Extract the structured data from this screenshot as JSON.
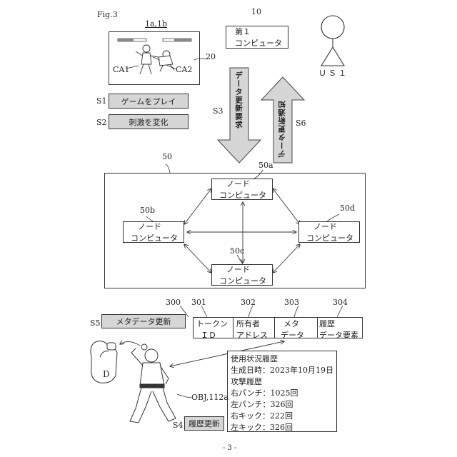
{
  "figure": {
    "label": "Fig.3",
    "page_number": "- 3 -"
  },
  "game_screen": {
    "ref": "1a,1b",
    "screen_ref": "20",
    "char1": "CA1",
    "char2": "CA2"
  },
  "first_computer": {
    "ref": "10",
    "line1": "第１",
    "line2": "コンピュータ"
  },
  "user": {
    "label": "ＵＳ１"
  },
  "steps": {
    "s1_label": "S1",
    "s1_text": "ゲームをプレイ",
    "s2_label": "S2",
    "s2_text": "刺激を変化",
    "s3_label": "S3",
    "s3_text": "データ更新要求",
    "s6_label": "S6",
    "s6_text": "データ更新通知",
    "s5_label": "S5",
    "s5_text": "メタデータ更新",
    "s4_label": "S4",
    "s4_text": "履歴更新"
  },
  "network": {
    "ref": "50",
    "nodes": [
      {
        "ref": "50a",
        "line1": "ノード",
        "line2": "コンピュータ"
      },
      {
        "ref": "50b",
        "line1": "ノード",
        "line2": "コンピュータ"
      },
      {
        "ref": "50c",
        "line1": "ノード",
        "line2": "コンピュータ"
      },
      {
        "ref": "50d",
        "line1": "ノード",
        "line2": "コンピュータ"
      }
    ]
  },
  "token_table": {
    "ref": "300",
    "columns": [
      {
        "ref": "301",
        "line1": "トークン",
        "line2": "ＩＤ"
      },
      {
        "ref": "302",
        "line1": "所有者",
        "line2": "アドレス"
      },
      {
        "ref": "303",
        "line1": "メタ",
        "line2": "データ"
      },
      {
        "ref": "304",
        "line1": "履歴",
        "line2": "データ要素"
      }
    ]
  },
  "history": {
    "lines": [
      "使用状況履歴",
      "生成日時：2023年10月19日",
      "攻撃履歴",
      "右パンチ：1025回",
      "左パンチ：326回",
      "右キック：222回",
      "左キック：326回"
    ]
  },
  "figure_obj": {
    "ref": "OBJ,112a",
    "device": "D"
  }
}
